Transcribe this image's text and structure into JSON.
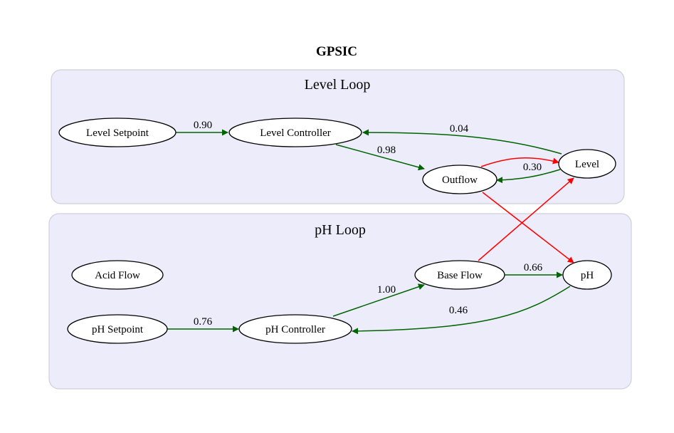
{
  "title": "GPSIC",
  "colors": {
    "positive_edge": "#006400",
    "negative_edge": "#ff0000",
    "cluster_fill": "#ececfa",
    "cluster_stroke": "#cfcfdc"
  },
  "clusters": [
    {
      "id": "level",
      "label": "Level Loop"
    },
    {
      "id": "ph",
      "label": "pH Loop"
    }
  ],
  "nodes": [
    {
      "id": "level_setpoint",
      "label": "Level Setpoint"
    },
    {
      "id": "level_controller",
      "label": "Level Controller"
    },
    {
      "id": "outflow",
      "label": "Outflow"
    },
    {
      "id": "level",
      "label": "Level"
    },
    {
      "id": "acid_flow",
      "label": "Acid Flow"
    },
    {
      "id": "base_flow",
      "label": "Base Flow"
    },
    {
      "id": "ph_node",
      "label": "pH"
    },
    {
      "id": "ph_setpoint",
      "label": "pH Setpoint"
    },
    {
      "id": "ph_controller",
      "label": "pH Controller"
    }
  ],
  "edges": [
    {
      "id": "e1",
      "from": "level_setpoint",
      "to": "level_controller",
      "label": "0.90",
      "color": "#006400"
    },
    {
      "id": "e2",
      "from": "level",
      "to": "level_controller",
      "label": "0.04",
      "color": "#006400"
    },
    {
      "id": "e3",
      "from": "level_controller",
      "to": "outflow",
      "label": "0.98",
      "color": "#006400"
    },
    {
      "id": "e4",
      "from": "outflow",
      "to": "level",
      "label": "",
      "color": "#ff0000"
    },
    {
      "id": "e5",
      "from": "level",
      "to": "outflow",
      "label": "0.30",
      "color": "#006400"
    },
    {
      "id": "e6",
      "from": "outflow",
      "to": "ph_node",
      "label": "",
      "color": "#ff0000"
    },
    {
      "id": "e7",
      "from": "base_flow",
      "to": "level",
      "label": "",
      "color": "#ff0000"
    },
    {
      "id": "e8",
      "from": "base_flow",
      "to": "ph_node",
      "label": "0.66",
      "color": "#006400"
    },
    {
      "id": "e9",
      "from": "ph_controller",
      "to": "base_flow",
      "label": "1.00",
      "color": "#006400"
    },
    {
      "id": "e10",
      "from": "ph_setpoint",
      "to": "ph_controller",
      "label": "0.76",
      "color": "#006400"
    },
    {
      "id": "e11",
      "from": "ph_node",
      "to": "ph_controller",
      "label": "0.46",
      "color": "#006400"
    }
  ]
}
